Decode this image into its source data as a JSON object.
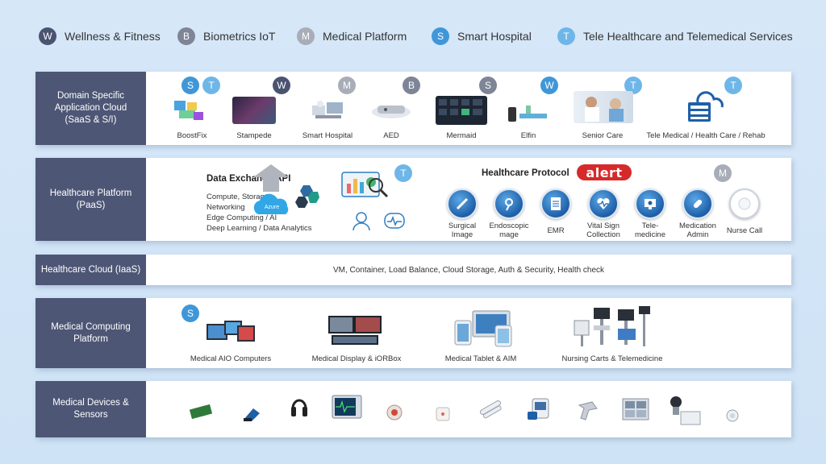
{
  "legend": [
    {
      "letter": "W",
      "label": "Wellness  & Fitness"
    },
    {
      "letter": "B",
      "label": "Biometrics IoT"
    },
    {
      "letter": "M",
      "label": "Medical Platform"
    },
    {
      "letter": "S",
      "label": "Smart Hospital"
    },
    {
      "letter": "T",
      "label": "Tele Healthcare and Telemedical Services"
    }
  ],
  "rows": {
    "saas": {
      "label": "Domain Specific\nApplication Cloud\n(SaaS & S/I)",
      "items": [
        {
          "caption": "BoostFix",
          "badges": [
            "S",
            "T"
          ]
        },
        {
          "caption": "Stampede",
          "badges": [
            "W"
          ]
        },
        {
          "caption": "Smart Hospital",
          "badges": [
            "M"
          ]
        },
        {
          "caption": "AED",
          "badges": [
            "B"
          ]
        },
        {
          "caption": "Mermaid",
          "badges": [
            "S"
          ]
        },
        {
          "caption": "Elfin",
          "badges": [
            "W"
          ]
        },
        {
          "caption": "Senior Care",
          "badges": [
            "T"
          ]
        },
        {
          "caption": "Tele Medical / Health Care / Rehab",
          "badges": [
            "T"
          ]
        }
      ]
    },
    "paas": {
      "label": "Healthcare Platform\n(PaaS)",
      "api_title": "Data Exchange API",
      "api_list": "Compute, Storage,\nNetworking\nEdge Computing / AI\nDeep Learning / Data Analytics",
      "azure": "Azure",
      "analytics_badge": "T",
      "protocol_title": "Healthcare Protocol",
      "alert_logo": "alert",
      "protocol_badge": "M",
      "protocols": [
        "Surgical\nImage",
        "Endoscopic\nmage",
        "EMR",
        "Vital Sign\nCollection",
        "Tele-\nmedicine",
        "Medication\nAdmin",
        "Nurse Call"
      ]
    },
    "iaas": {
      "label": "Healthcare Cloud (IaaS)",
      "text": "VM, Container, Load Balance, Cloud Storage, Auth & Security, Health check"
    },
    "computing": {
      "label": "Medical Computing\nPlatform",
      "badge": "S",
      "items": [
        "Medical AIO Computers",
        "Medical Display & iORBox",
        "Medical Tablet & AIM",
        "Nursing Carts & Telemedicine"
      ]
    },
    "devices": {
      "label": "Medical Devices &\nSensors",
      "icons": [
        "pcb-board-icon",
        "ultrasound-probe-icon",
        "headphones-icon",
        "patient-monitor-icon",
        "sensor-button-icon",
        "sensor-patch-icon",
        "thermometer-icon",
        "blood-pressure-meter-icon",
        "barcode-scanner-icon",
        "medicine-cabinet-icon",
        "camera-device-icon",
        "wearable-tag-icon"
      ]
    }
  },
  "colors": {
    "W": "#4a5470",
    "B": "#7d8597",
    "M": "#a8adb8",
    "S": "#3f97d9",
    "T": "#6fb6e8",
    "label_bg": "#4d5675",
    "background": "#d6e7f8",
    "alert": "#d62a2a"
  }
}
